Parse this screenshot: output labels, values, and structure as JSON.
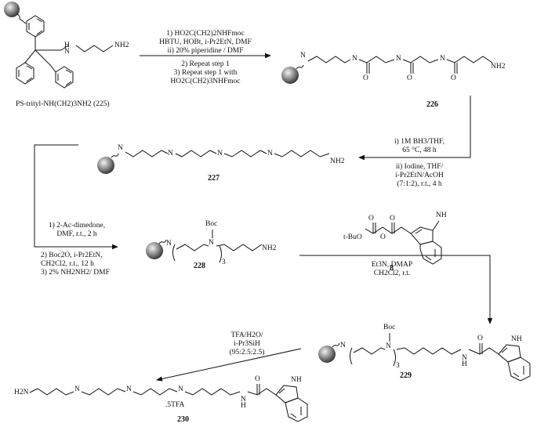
{
  "compounds": {
    "c225": {
      "label": "PS-trityl-NH(CH2)3NH2 (225)",
      "nh": "H",
      "n": "N",
      "nh2": "NH2"
    },
    "c226": {
      "label": "226",
      "nh2": "NH2"
    },
    "c227": {
      "label": "227",
      "nh2": "NH2"
    },
    "c228": {
      "label": "228",
      "boc": "Boc",
      "n": "N",
      "sub": "3",
      "nh2": "NH2"
    },
    "c8": {
      "label": "8",
      "tbuo": "t-BuO",
      "nh": "NH"
    },
    "c229": {
      "label": "229",
      "boc": "Boc",
      "n": "N",
      "sub": "3",
      "nh": "NH"
    },
    "c230": {
      "label": "230",
      "h2n": "H2N",
      "salt": ".5TFA",
      "nh": "NH"
    }
  },
  "steps": {
    "step1": {
      "line1": "1) HO2C(CH2)2NHFmoc",
      "line2": "HBTU, HOBt, i-Pr2EtN, DMF",
      "line3": "ii) 20% piperidine / DMF",
      "line4": "2) Repeat step 1",
      "line5": "3) Repeat step 1 with",
      "line6": "HO2C(CH2)3NHFmoc"
    },
    "step2": {
      "line1": "i) 1M BH3/THF,",
      "line2": "65 °C, 48 h",
      "line3": "ii) Iodine, THF/",
      "line4": "i-Pr2EtN/AcOH",
      "line5": "(7:1:2), r.t., 4 h"
    },
    "step3": {
      "line1": "1) 2-Ac-dimedone,",
      "line2": "DMF, r.t., 2 h",
      "line3": "2) Boc2O, i-Pr2EtN,",
      "line4": "CH2Cl2, r.t., 12 h",
      "line5": "3) 2% NH2NH2/ DMF"
    },
    "step4": {
      "line1": "Et3N, DMAP",
      "line2": "CH2Cl2, r.t."
    },
    "step5": {
      "line1": "TFA/H2O/",
      "line2": "i-Pr3SiH",
      "line3": "(95:2.5:2.5)"
    }
  },
  "atoms": {
    "n": "N",
    "h": "H",
    "o": "O"
  }
}
